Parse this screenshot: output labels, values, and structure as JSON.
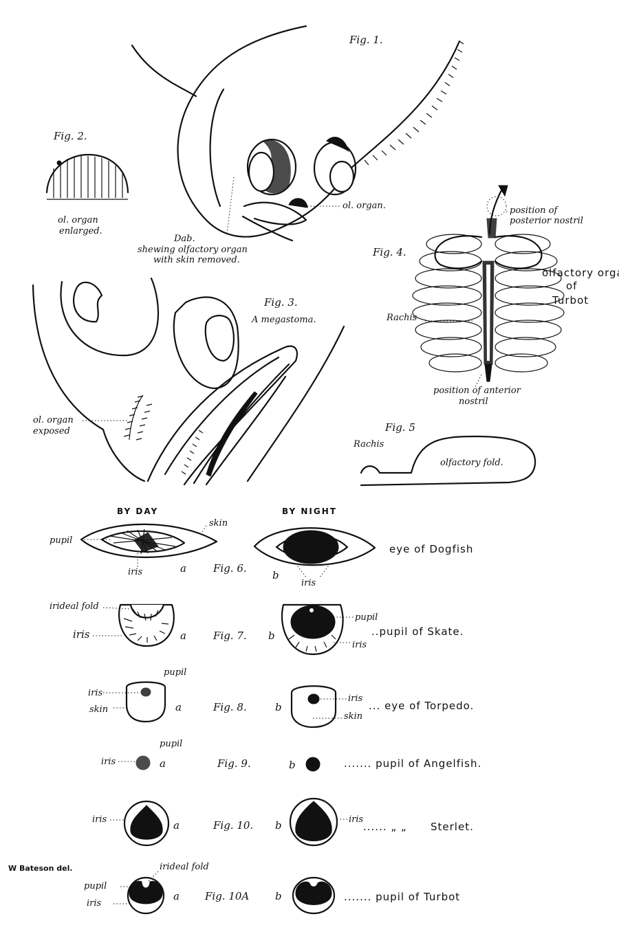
{
  "labels": {
    "fig1": "Fig. 1.",
    "fig2": "Fig. 2.",
    "fig3": "Fig. 3.",
    "fig4": "Fig. 4.",
    "fig5": "Fig. 5",
    "fig6": "Fig. 6.",
    "fig7": "Fig. 7.",
    "fig8": "Fig. 8.",
    "fig9": "Fig. 9.",
    "fig10": "Fig. 10.",
    "fig10a": "Fig. 10A",
    "ol_organ_enlarged_1": "ol. organ",
    "ol_organ_enlarged_2": "enlarged.",
    "dab_1": "Dab.",
    "dab_2": "shewing olfactory organ",
    "dab_3": "with skin removed.",
    "ol_organ": "ol. organ.",
    "megastoma": "A megastoma.",
    "ol_organ_exposed_1": "ol. organ",
    "ol_organ_exposed_2": "exposed",
    "position_posterior_1": "position of",
    "position_posterior_2": "posterior nostril",
    "turbot_1": "olfactory organ",
    "turbot_2": "of",
    "turbot_3": "Turbot",
    "rachis": "Rachis",
    "position_anterior_1": "position of anterior",
    "position_anterior_2": "nostril",
    "rachis5": "Rachis",
    "olfactory_fold": "olfactory fold.",
    "by_day": "BY DAY",
    "by_night": "BY NIGHT",
    "pupil": "pupil",
    "skin": "skin",
    "iris": "iris",
    "ideal_fold": "irideal fold",
    "a": "a",
    "b": "b",
    "eye_dogfish": "eye of Dogfish",
    "pupil_skate": "..pupil of Skate.",
    "eye_torpedo": "... eye of Torpedo.",
    "pupil_angelfish": "....... pupil of Angelfish.",
    "sterlet_dots": "......  „  „",
    "sterlet": "Sterlet.",
    "pupil_turbot": "....... pupil of Turbot",
    "bateson": "W Bateson del."
  }
}
